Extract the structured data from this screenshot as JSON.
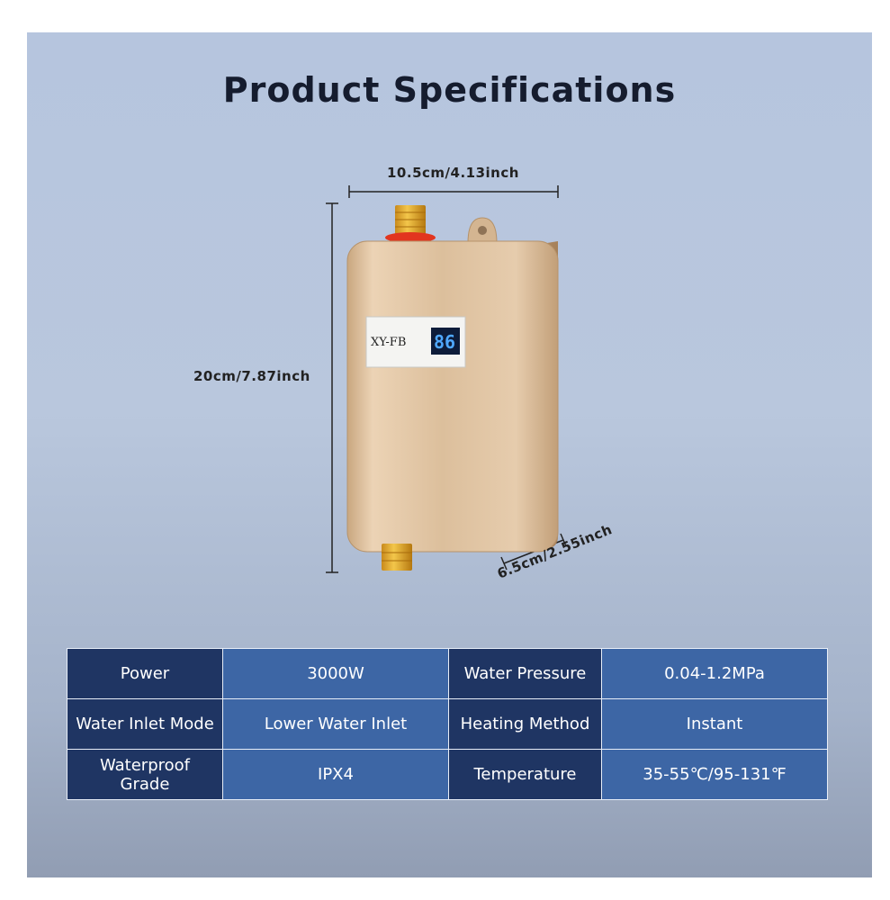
{
  "title": "Product Specifications",
  "dimensions": {
    "width": "10.5cm/4.13inch",
    "height": "20cm/7.87inch",
    "depth": "6.5cm/2.55inch"
  },
  "device": {
    "model_label": "XY-FB",
    "display_value": "86",
    "body_color": "#d8bb98"
  },
  "specs": [
    [
      {
        "label": "Power",
        "value": "3000W"
      },
      {
        "label": "Water Pressure",
        "value": "0.04-1.2MPa"
      }
    ],
    [
      {
        "label": "Water Inlet Mode",
        "value": "Lower Water Inlet"
      },
      {
        "label": "Heating Method",
        "value": "Instant"
      }
    ],
    [
      {
        "label": "Waterproof Grade",
        "value": "IPX4"
      },
      {
        "label": "Temperature",
        "value": "35-55℃/95-131℉"
      }
    ]
  ],
  "colors": {
    "label_cell": "#1f3563",
    "value_cell": "#3d66a5",
    "title": "#151c2e"
  }
}
